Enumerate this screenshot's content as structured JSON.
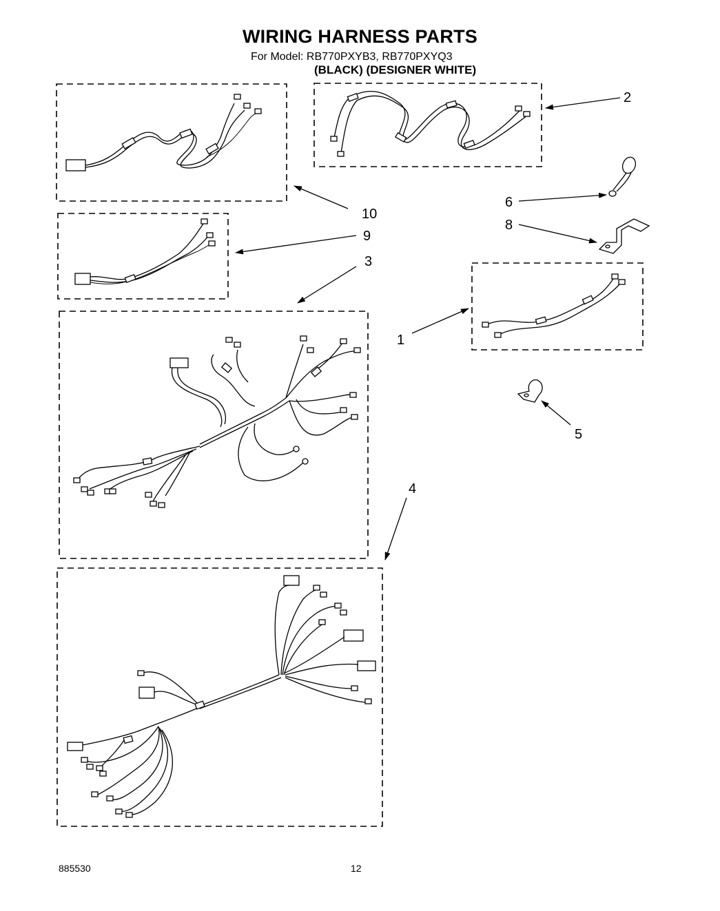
{
  "header": {
    "title": "WIRING HARNESS PARTS",
    "model_line": "For Model: RB770PXYB3, RB770PXYQ3",
    "color_line": "(BLACK) (DESIGNER WHITE)"
  },
  "callouts": {
    "c1": "1",
    "c2": "2",
    "c3": "3",
    "c4": "4",
    "c5": "5",
    "c6": "6",
    "c8": "8",
    "c9": "9",
    "c10": "10"
  },
  "footer": {
    "doc_number": "885530",
    "page_number": "12"
  }
}
